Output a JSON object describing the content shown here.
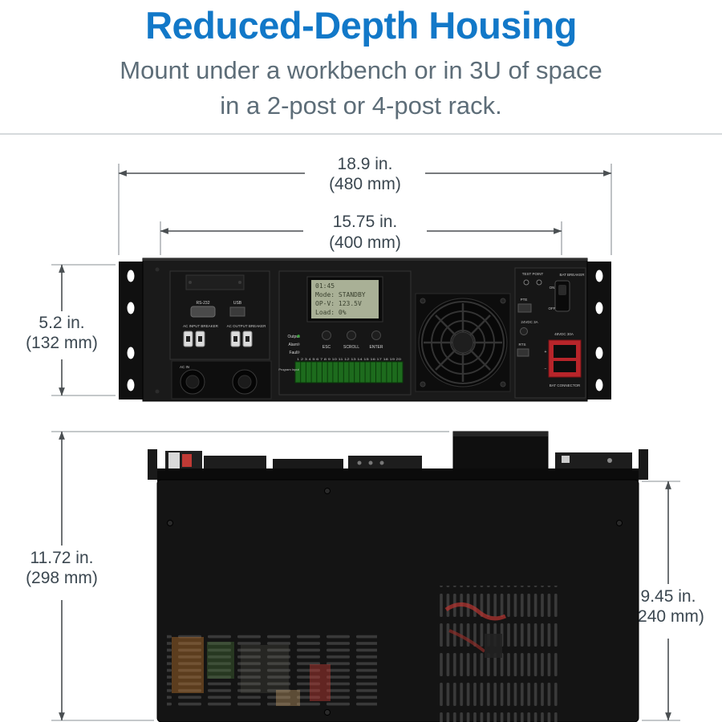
{
  "header": {
    "title": "Reduced-Depth Housing",
    "subtitle_line1": "Mount under a workbench or in 3U of space",
    "subtitle_line2": "in a 2-post or 4-post rack."
  },
  "dimensions": {
    "width_outer": {
      "inches": "18.9 in.",
      "mm": "(480 mm)"
    },
    "width_inner": {
      "inches": "15.75 in.",
      "mm": "(400 mm)"
    },
    "height_front": {
      "inches": "5.2 in.",
      "mm": "(132 mm)"
    },
    "depth_overall": {
      "inches": "11.72 in.",
      "mm": "(298 mm)"
    },
    "depth_body": {
      "inches": "9.45 in.",
      "mm": "(240 mm)"
    }
  },
  "front_panel": {
    "ports": {
      "rs232": "RS-232",
      "usb": "USB"
    },
    "breakers": {
      "input": "AC INPUT BREAKER",
      "output": "AC OUTPUT BREAKER"
    },
    "ac_in": "AC IN",
    "lcd": {
      "line1": "01:45",
      "line2": "Mode: STANDBY",
      "line3": "OP-V: 123.5V",
      "line4": "Load: 0%"
    },
    "indicators": {
      "output": "Output",
      "alarm": "Alarm",
      "fault": "Fault"
    },
    "buttons": {
      "esc": "ESC",
      "scroll": "SCROLL",
      "enter": "ENTER"
    },
    "terminal": {
      "numbers": "1 2 3 4 5 6 7 8 9 10 11 12 13 14 15 16 17 18 19 20",
      "label": "Program Input"
    },
    "right_section": {
      "test_point": "TEST POINT",
      "pte": "PTE",
      "aux_dc": "24VDC 3A",
      "rts": "RTS",
      "bat_breaker": "BAT BREAKER",
      "on": "ON",
      "off": "OFF",
      "dc_rating": "48VDC 30A",
      "bat_connector": "BAT CONNECTOR",
      "plus": "+",
      "minus": "−"
    }
  },
  "colors": {
    "title_blue": "#1278c8",
    "subtitle_gray": "#5d6d78",
    "dimension_text": "#3b4750",
    "dimension_line": "#4a4f52",
    "chassis_black": "#141414",
    "lcd_green": "#a9b096",
    "terminal_green": "#1d6b1d",
    "connector_red": "#b8252a"
  }
}
